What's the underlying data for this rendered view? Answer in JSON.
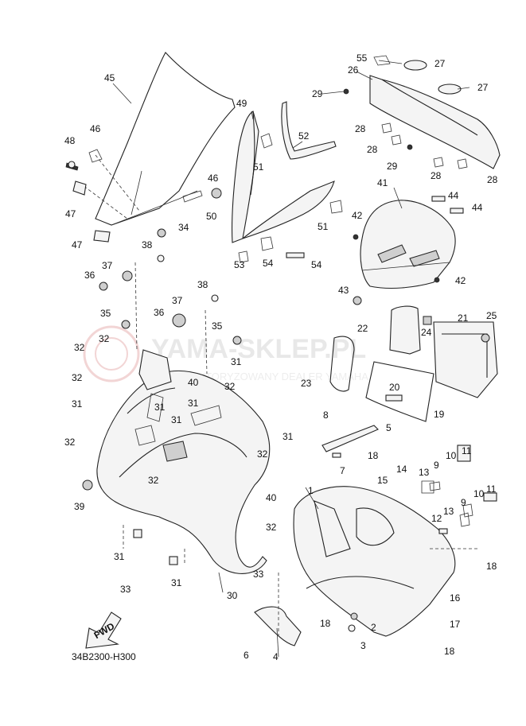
{
  "watermark": {
    "brand": "YAMA-SKLEP.PL",
    "subtitle": "AUTORYZOWANY DEALER YAMAHA",
    "color": "#e9b3b3"
  },
  "fwd_label": "FWD",
  "diagram_code": "34B2300-H300",
  "callouts": [
    "1",
    "2",
    "3",
    "4",
    "5",
    "6",
    "7",
    "8",
    "9",
    "9",
    "10",
    "10",
    "11",
    "11",
    "12",
    "13",
    "13",
    "14",
    "15",
    "16",
    "17",
    "18",
    "18",
    "18",
    "18",
    "19",
    "20",
    "21",
    "22",
    "23",
    "24",
    "25",
    "26",
    "27",
    "27",
    "28",
    "28",
    "28",
    "28",
    "29",
    "29",
    "30",
    "31",
    "31",
    "31",
    "31",
    "31",
    "31",
    "31",
    "31",
    "32",
    "32",
    "32",
    "32",
    "32",
    "32",
    "32",
    "32",
    "33",
    "33",
    "34",
    "35",
    "35",
    "36",
    "36",
    "37",
    "37",
    "38",
    "38",
    "39",
    "40",
    "40",
    "41",
    "42",
    "42",
    "43",
    "44",
    "44",
    "45",
    "46",
    "46",
    "47",
    "47",
    "48",
    "49",
    "50",
    "51",
    "51",
    "52",
    "53",
    "54",
    "54",
    "55"
  ]
}
